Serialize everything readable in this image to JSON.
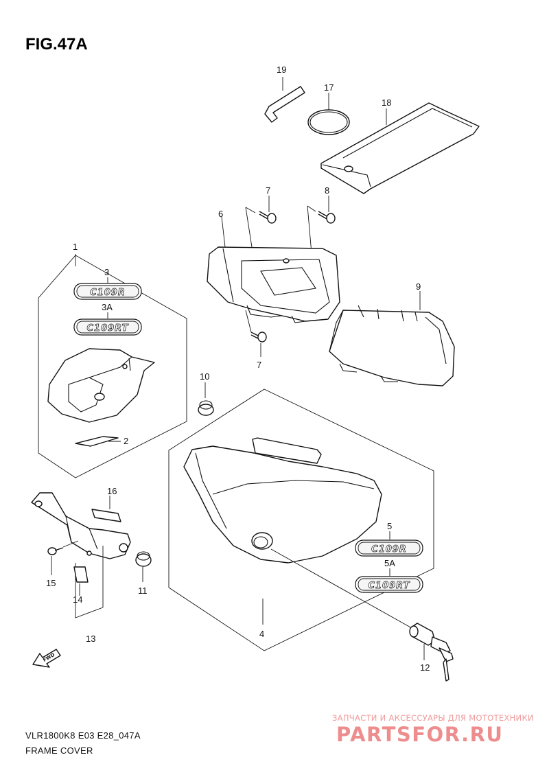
{
  "figure": {
    "title": "FIG.47A"
  },
  "badges": {
    "b3": "C109R",
    "b3a": "C109RT",
    "b5": "C109R",
    "b5a": "C109RT"
  },
  "callouts": {
    "c1": "1",
    "c2": "2",
    "c3": "3",
    "c3a": "3A",
    "c4": "4",
    "c5": "5",
    "c5a": "5A",
    "c6": "6",
    "c7a": "7",
    "c7b": "7",
    "c8": "8",
    "c9": "9",
    "c10": "10",
    "c11": "11",
    "c12": "12",
    "c13": "13",
    "c14": "14",
    "c15": "15",
    "c16": "16",
    "c17": "17",
    "c18": "18",
    "c19": "19"
  },
  "fwd_label": "FWD",
  "footer": {
    "model": "VLR1800K8 E03 E28_047A",
    "name": "FRAME COVER"
  },
  "watermark": {
    "top": "ЗАПЧАСТИ И АКСЕССУАРЫ ДЛЯ МОТОТЕХНИКИ",
    "site": "PARTSFOR.RU"
  },
  "colors": {
    "line": "#111111",
    "watermark": "#ee8d8d"
  }
}
